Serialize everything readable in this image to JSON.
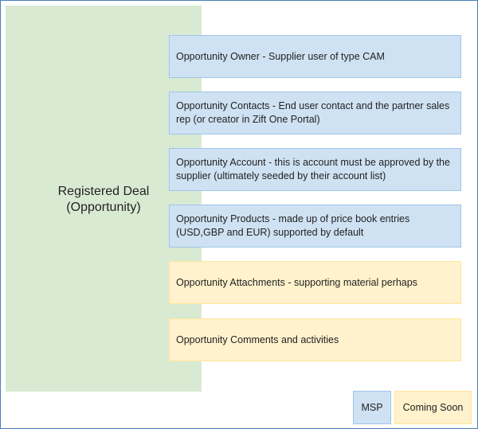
{
  "parent": {
    "label": "Registered Deal\n(Opportunity)"
  },
  "items": [
    {
      "label": "Opportunity Owner - Supplier user of type CAM",
      "category": "MSP"
    },
    {
      "label": "Opportunity Contacts - End user contact and the partner sales rep (or creator in Zift One Portal)",
      "category": "MSP"
    },
    {
      "label": "Opportunity Account - this is account must be approved by the supplier (ultimately seeded by their account list)",
      "category": "MSP"
    },
    {
      "label": "Opportunity Products - made up of price book entries (USD,GBP and EUR) supported by default",
      "category": "MSP"
    },
    {
      "label": "Opportunity Attachments - supporting material perhaps",
      "category": "Coming Soon"
    },
    {
      "label": "Opportunity Comments and activities",
      "category": "Coming Soon"
    }
  ],
  "legend": {
    "msp": "MSP",
    "coming_soon": "Coming Soon"
  },
  "colors": {
    "parent_fill": "#d9ead3",
    "msp_fill": "#cfe2f3",
    "msp_border": "#9fc5e8",
    "coming_soon_fill": "#fff2cc",
    "coming_soon_border": "#ffe599",
    "frame_border": "#4a7ebb"
  }
}
